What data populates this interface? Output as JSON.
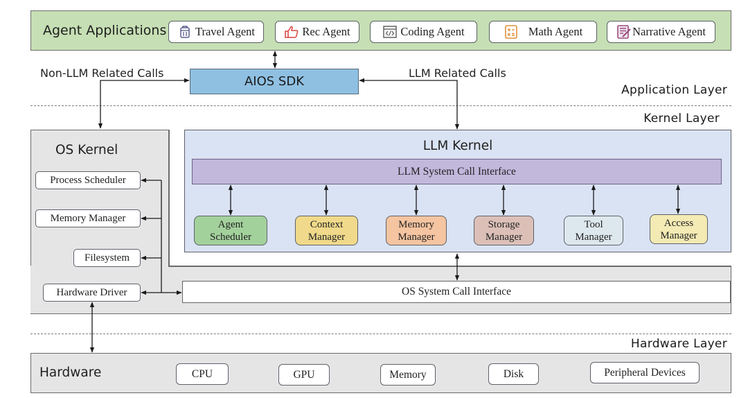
{
  "application_layer": {
    "title": "Agent Applications",
    "agents": [
      {
        "label": "Travel Agent",
        "icon": "luggage-icon",
        "icon_color": "#5b5f8f"
      },
      {
        "label": "Rec Agent",
        "icon": "thumbs-up-icon",
        "icon_color": "#d9443b"
      },
      {
        "label": "Coding Agent",
        "icon": "code-window-icon",
        "icon_color": "#6b6b6b"
      },
      {
        "label": "Math Agent",
        "icon": "calculator-icon",
        "icon_color": "#e0913c"
      },
      {
        "label": "Narrative Agent",
        "icon": "document-pen-icon",
        "icon_color": "#9a4d7f"
      }
    ],
    "sdk_label": "AIOS SDK",
    "non_llm_calls_label": "Non-LLM Related Calls",
    "llm_calls_label": "LLM Related Calls",
    "layer_label": "Application Layer"
  },
  "kernel_layer": {
    "layer_label": "Kernel Layer",
    "os_kernel": {
      "title": "OS Kernel",
      "items": [
        "Process Scheduler",
        "Memory Manager",
        "Filesystem",
        "Hardware Driver"
      ],
      "syscall_label": "OS System Call Interface"
    },
    "llm_kernel": {
      "title": "LLM Kernel",
      "syscall_label": "LLM System Call Interface",
      "modules": [
        {
          "label": "Agent\nScheduler",
          "color": "#a3d19c"
        },
        {
          "label": "Context\nManager",
          "color": "#f0d98a"
        },
        {
          "label": "Memory\nManager",
          "color": "#f5c4a0"
        },
        {
          "label": "Storage\nManager",
          "color": "#dcc0b8"
        },
        {
          "label": "Tool\nManager",
          "color": "#dde8ee"
        },
        {
          "label": "Access\nManager",
          "color": "#f3eab4"
        }
      ]
    }
  },
  "hardware_layer": {
    "layer_label": "Hardware Layer",
    "title": "Hardware",
    "items": [
      "CPU",
      "GPU",
      "Memory",
      "Disk",
      "Peripheral Devices"
    ]
  },
  "colors": {
    "application_bg": "#c6dfb4",
    "sdk_bg": "#8fc0e2",
    "llm_kernel_bg": "#dae3f3",
    "llm_syscall_bg": "#c2b8dc",
    "os_kernel_bg": "#e6e5e6",
    "hardware_bg": "#e6e5e6"
  }
}
